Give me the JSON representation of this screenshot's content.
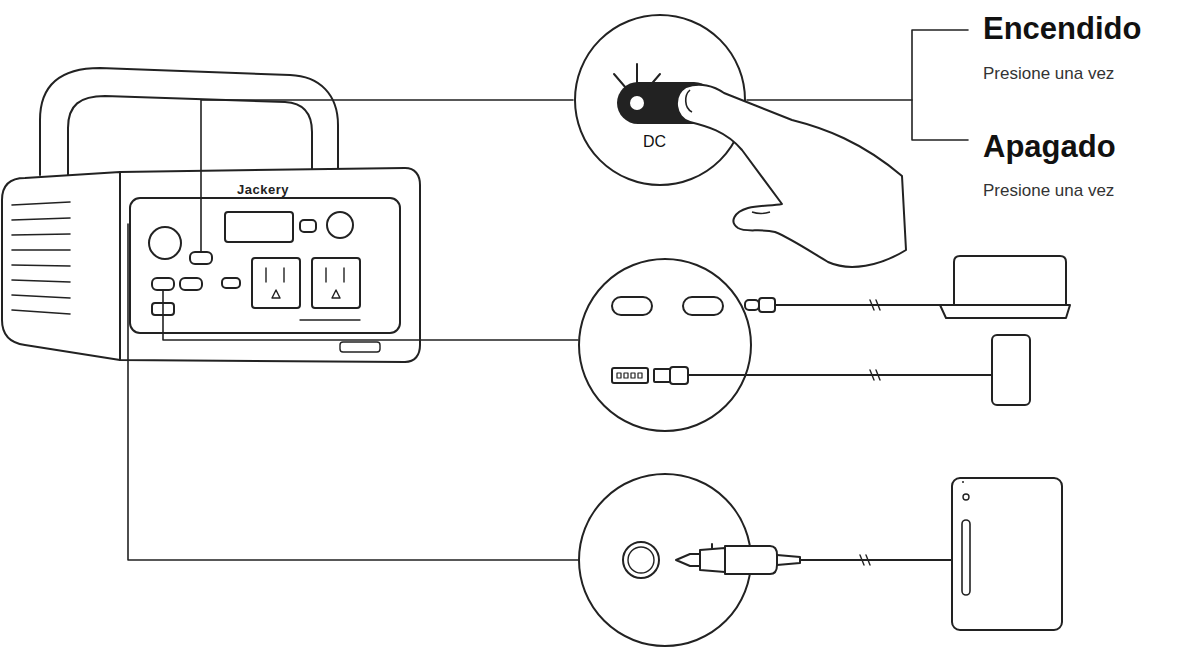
{
  "diagram": {
    "nodes": [
      {
        "text": [
          "DC"
        ]
      }
    ],
    "labels": [
      "Jackery",
      "Encendido",
      "Presione una vez",
      "Apagado",
      "Presione una vez"
    ]
  }
}
